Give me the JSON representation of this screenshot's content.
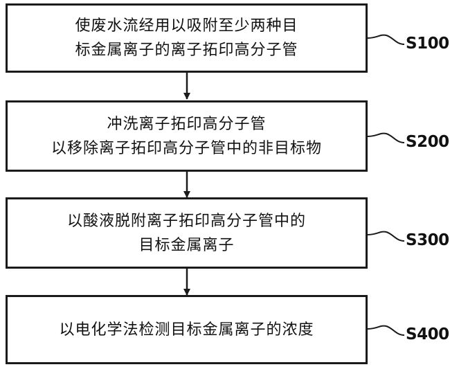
{
  "steps": [
    {
      "id": "S100",
      "text": "使废水流经用以吸附至少两种目\n标金属离子的离子拓印高分子管"
    },
    {
      "id": "S200",
      "text": "冲洗离子拓印高分子管\n以移除离子拓印高分子管中的非目标物"
    },
    {
      "id": "S300",
      "text": "以酸液脱附离子拓印高分子管中的\n目标金属离子"
    },
    {
      "id": "S400",
      "text": "以电化学法检测目标金属离子的浓度"
    }
  ]
}
